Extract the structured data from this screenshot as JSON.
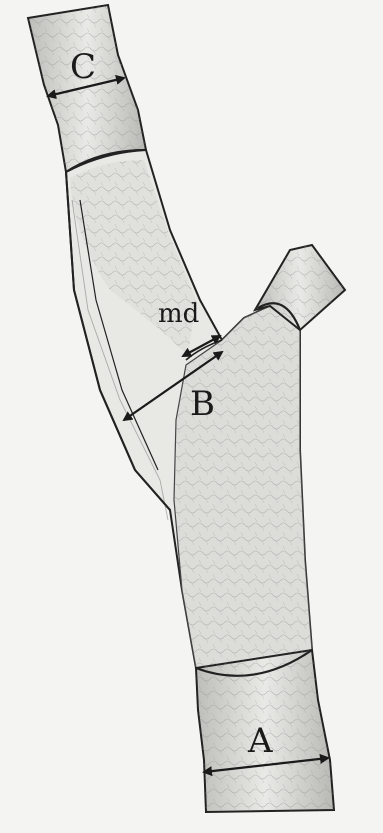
{
  "labels": {
    "a": "A",
    "b": "B",
    "c": "C",
    "md": "md"
  },
  "colors": {
    "paper": "#f4f4f2",
    "vessel_wall": "#e6e6e3",
    "lumen": "#d9d9d6",
    "ink": "#1a1a1a"
  }
}
